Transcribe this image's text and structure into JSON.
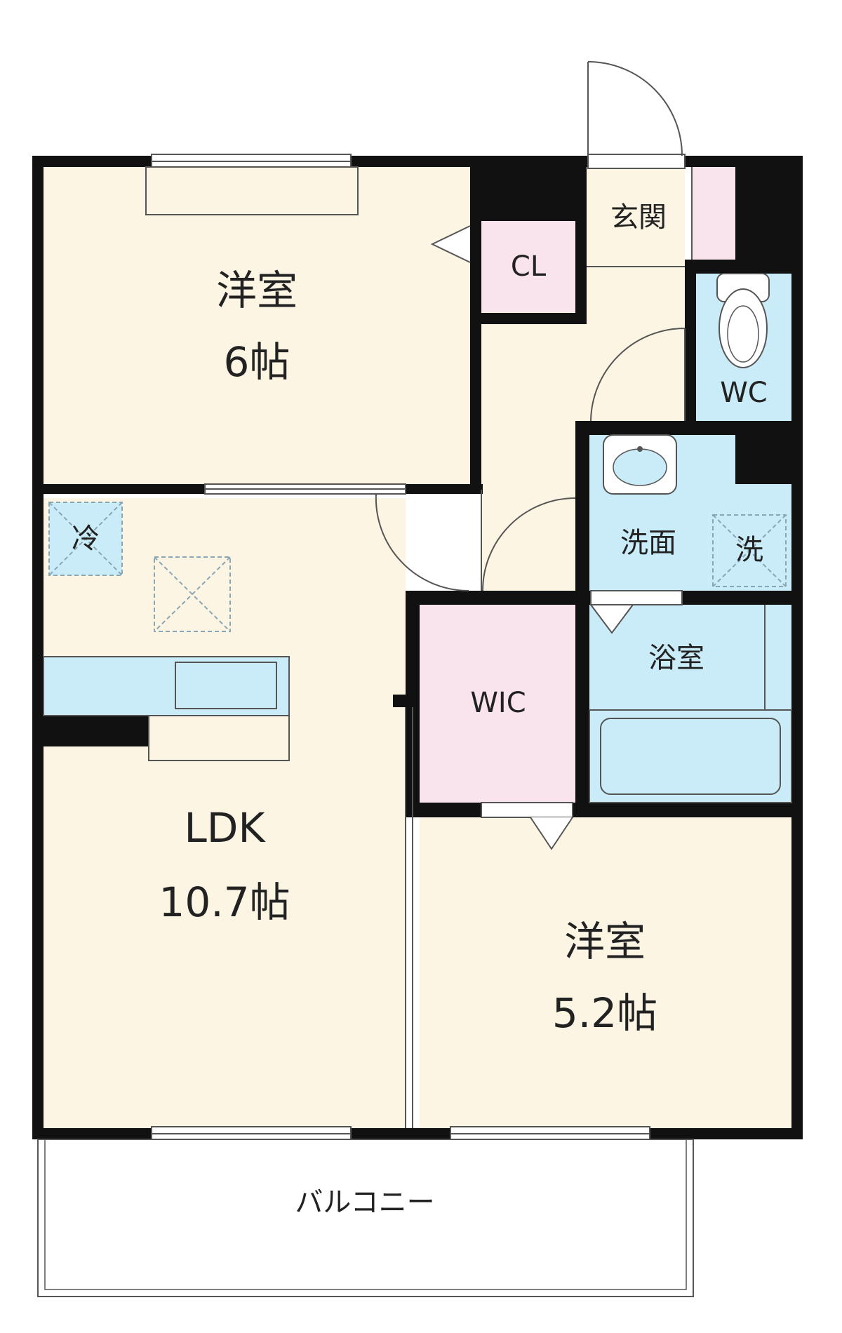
{
  "colors": {
    "wall": "#111111",
    "living": "#fdf5e4",
    "storage": "#f9e3ec",
    "wet": "#c9ecf8",
    "fixture": "#c9ecf8",
    "dashed": "#8aa6b4",
    "outline": "#555555",
    "background": "#ffffff"
  },
  "rooms": {
    "western_north": {
      "name": "洋室",
      "size": "6帖"
    },
    "ldk": {
      "name": "LDK",
      "size": "10.7帖"
    },
    "western_south": {
      "name": "洋室",
      "size": "5.2帖"
    },
    "closet": {
      "name": "CL"
    },
    "entrance": {
      "name": "玄関"
    },
    "toilet": {
      "name": "WC"
    },
    "washroom": {
      "name": "洗面"
    },
    "bathroom": {
      "name": "浴室"
    },
    "walk_in_closet": {
      "name": "WIC"
    },
    "balcony": {
      "name": "バルコニー"
    }
  },
  "fixtures": {
    "fridge": {
      "label": "冷",
      "icon": "fridge-space-icon"
    },
    "washer": {
      "label": "洗",
      "icon": "washer-space-icon"
    },
    "toilet_bowl": {
      "icon": "toilet-icon"
    },
    "sink": {
      "icon": "sink-icon"
    },
    "bathtub": {
      "icon": "bathtub-icon"
    },
    "kitchen_counter": {
      "icon": "kitchen-counter-icon"
    },
    "ceiling_vent": {
      "icon": "vent-icon"
    }
  }
}
